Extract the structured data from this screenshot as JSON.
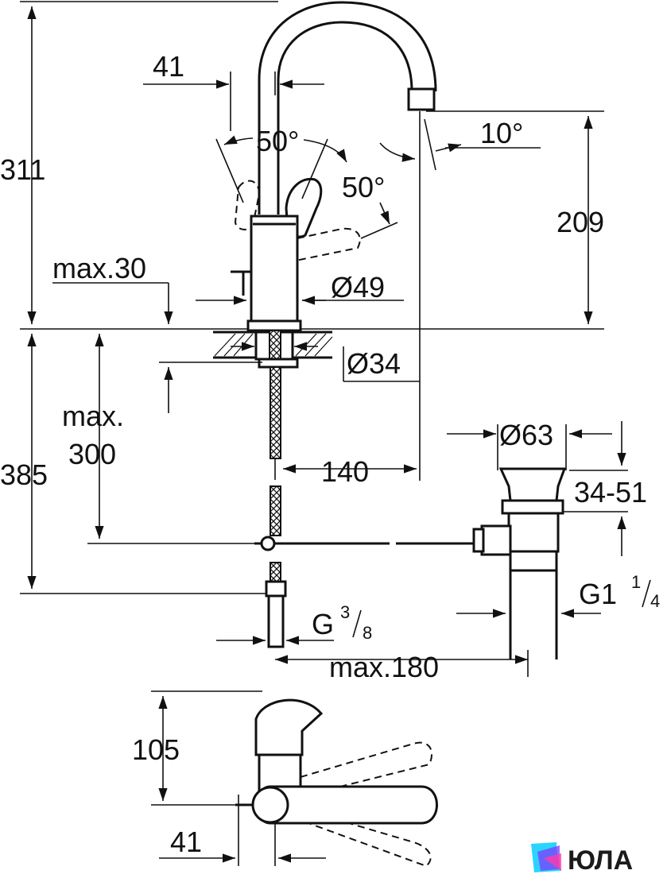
{
  "dimensions": {
    "height_total": "311",
    "spout_height": "209",
    "lever_offset_top": "41",
    "lever_angle_left": "50°",
    "lever_angle_right": "50°",
    "spout_tilt": "10°",
    "deck_max": "max.30",
    "base_diameter": "Ø49",
    "shank_diameter": "Ø34",
    "below_deck_max_line1": "max.",
    "below_deck_max_line2": "300",
    "below_deck_total": "385",
    "spout_reach": "140",
    "waste_diameter": "Ø63",
    "basin_thickness": "34-51",
    "waste_thread_main": "G1",
    "waste_thread_num": "1",
    "waste_thread_den": "4",
    "hose_thread_main": "G",
    "hose_thread_num": "3",
    "hose_thread_den": "8",
    "rod_max": "max.180",
    "plan_depth": "105",
    "plan_lever_offset": "41"
  },
  "watermark": {
    "brand": "ЮЛА",
    "logo_colors": [
      "#2ad4ff",
      "#7b3cff",
      "#ff3ca8"
    ]
  }
}
